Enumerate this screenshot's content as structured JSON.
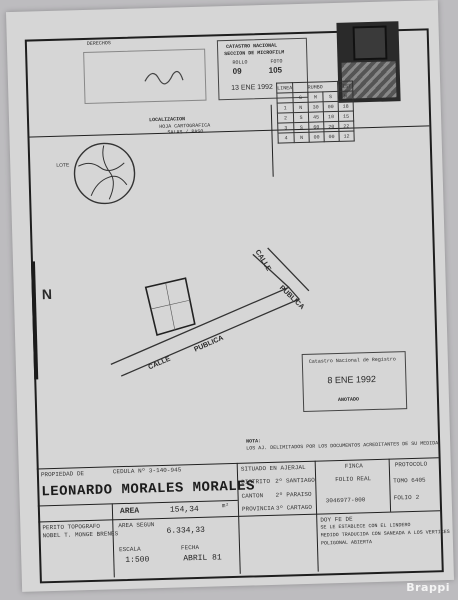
{
  "header": {
    "top_left_label": "DERECHOS",
    "catastro_line1": "CATASTRO NACIONAL",
    "catastro_line2": "SECCION DE MICROFILM",
    "rollo_label": "ROLLO",
    "rollo_value": "09",
    "foto_label": "FOTO",
    "foto_value": "105",
    "date_stamp": "13 ENE 1992"
  },
  "localizacion": {
    "title": "LOCALIZACION",
    "subtitle": "HOJA CARTOGRAFICA",
    "sub2": "SALAS / PASO",
    "lote_label": "LOTE"
  },
  "rumbo_table": {
    "headers": [
      "LINEA",
      "RUMBO",
      "",
      "",
      "DIST"
    ],
    "subheaders": [
      "",
      "G",
      "M",
      "S",
      "M"
    ],
    "rows": [
      [
        "1",
        "N",
        "30",
        "00",
        "18"
      ],
      [
        "2",
        "S",
        "45",
        "10",
        "15"
      ],
      [
        "3",
        "S",
        "60",
        "20",
        "22"
      ],
      [
        "4",
        "N",
        "00",
        "00",
        "12"
      ]
    ]
  },
  "plano": {
    "calle_publica_top": "CALLE",
    "publica_top": "PUBLICA",
    "calle_bottom": "CALLE",
    "publica_bottom": "PUBLICA",
    "north": "N",
    "nota_label": "NOTA:",
    "nota_text": "LOS AJ. DELIMITADOS POR LOS DOCUMENTOS ACREDITANTES DE SU MEDIDA"
  },
  "registro_stamp": {
    "title": "Catastro Nacional de Registro",
    "date": "8 ENE 1992",
    "footer": "ANOTADO"
  },
  "footer": {
    "propiedad_label": "PROPIEDAD DE",
    "cedula_label": "CEDULA Nº 3-140-945",
    "owner_name": "LEONARDO MORALES MORALES",
    "situado_label": "SITUADO EN  AJERJAL",
    "distrito_label": "DISTRITO",
    "distrito_value": "2º SANTIAGO",
    "canton_label": "CANTON",
    "canton_value": "2º PARAISO",
    "provincia_label": "PROVINCIA",
    "provincia_value": "3º CARTAGO",
    "finca_label": "FINCA",
    "folio_real": "FOLIO REAL",
    "folio_number": "3046977-000",
    "protocolo_label": "PROTOCOLO",
    "tomo_label": "TOMO",
    "tomo_value": "6405",
    "folio_label": "FOLIO",
    "folio_value": "2",
    "area_label": "AREA",
    "area_value": "154,34",
    "area_unit": "m²",
    "area_segun_label": "AREA SEGUN",
    "area_segun_value": "6.334,33",
    "profesional_label": "PERITO TOPOGRAFO",
    "profesional_name": "NOBEL T. MONGE BRENES",
    "escala_label": "ESCALA",
    "escala_value": "1:500",
    "fecha_label": "FECHA",
    "fecha_value": "ABRIL 81",
    "doy_fe": "DOY FE DE",
    "doy_fe_text": "SE LE ESTABLECE CON EL LINDERO",
    "doy_fe_text2": "MEDIDO TRADUCIDA CON SANEADA A LOS VERTICES",
    "doy_fe_text3": "POLIGONAL ABIERTA"
  },
  "watermark": "Brappi"
}
